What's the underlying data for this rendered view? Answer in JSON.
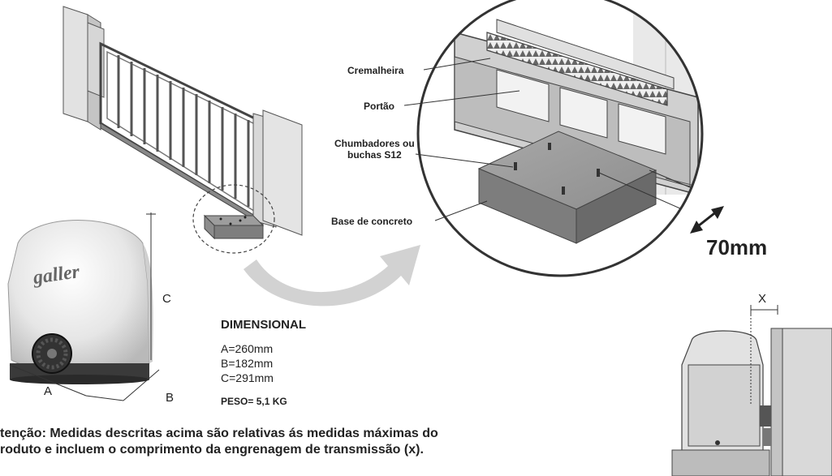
{
  "callouts": {
    "cremalheira": "Cremalheira",
    "portao": "Portão",
    "chumbadores_line1": "Chumbadores ou",
    "chumbadores_line2": "buchas S12",
    "base": "Base de concreto"
  },
  "measure": {
    "clearance": "70mm",
    "x_label": "X"
  },
  "dimensions": {
    "letter_a": "A",
    "letter_b": "B",
    "letter_c": "C",
    "title": "DIMENSIONAL",
    "a": "A=260mm",
    "b": "B=182mm",
    "c": "C=291mm",
    "peso": "PESO= 5,1 KG"
  },
  "note": {
    "line1": "tenção: Medidas descritas acima são relativas ás medidas máximas do",
    "line2": "roduto e incluem o comprimento da engrenagem de transmissão (x)."
  },
  "brand": {
    "logo_text": "galler"
  },
  "colors": {
    "gate_gray": "#c8c8c8",
    "dark_gray": "#555555",
    "concrete": "#9a9a9a",
    "arrow_gray": "#d2d2d2"
  }
}
